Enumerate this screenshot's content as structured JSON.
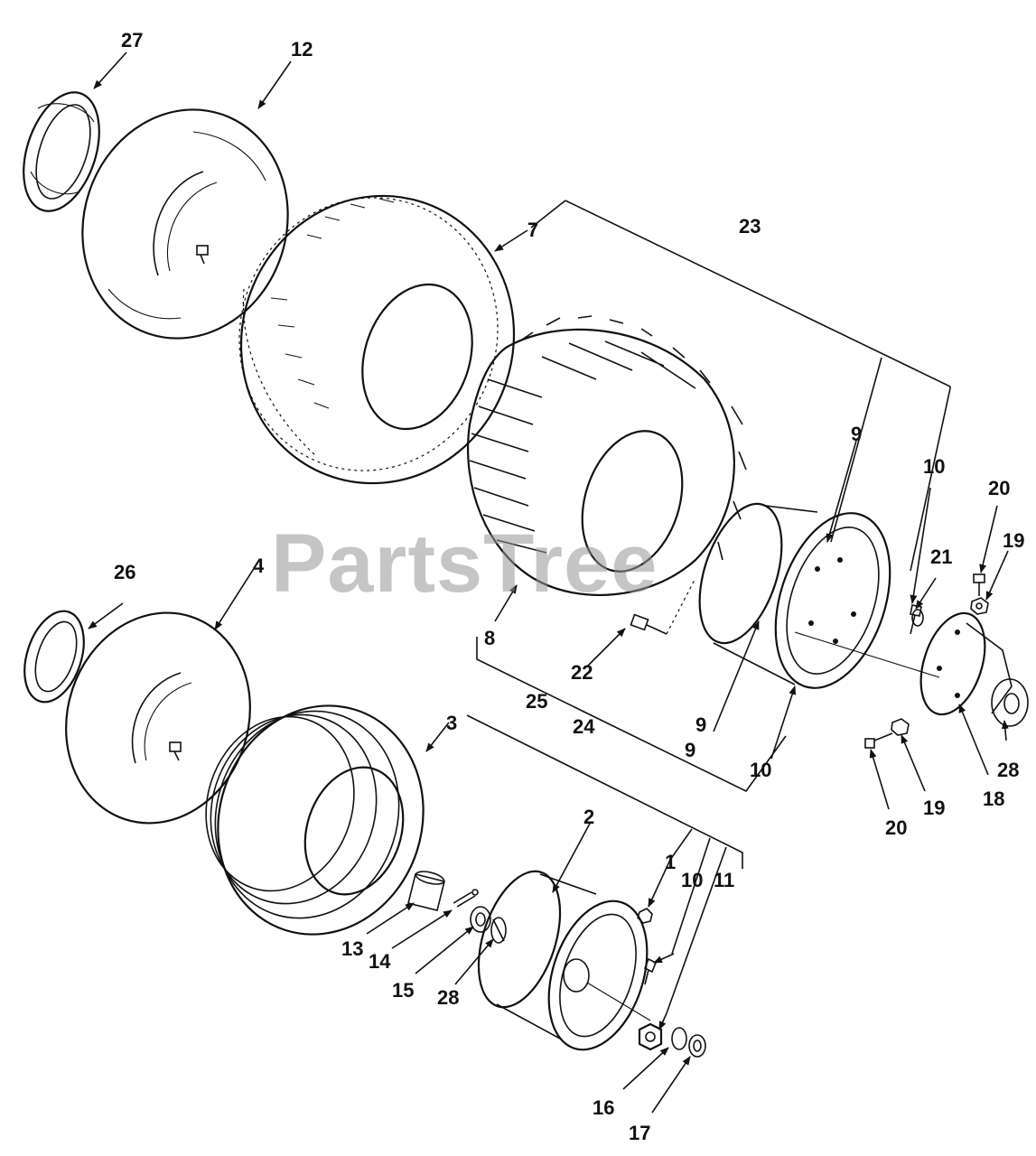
{
  "watermark": {
    "text": "PartsTree"
  },
  "callouts": {
    "c1": "1",
    "c2": "2",
    "c3": "3",
    "c4": "4",
    "c7": "7",
    "c8": "8",
    "c9a": "9",
    "c9b": "9",
    "c10a": "10",
    "c10b": "10",
    "c10c": "10",
    "c11": "11",
    "c12": "12",
    "c13": "13",
    "c14": "14",
    "c15": "15",
    "c16": "16",
    "c17": "17",
    "c18": "18",
    "c19a": "19",
    "c19b": "19",
    "c20a": "20",
    "c20b": "20",
    "c21": "21",
    "c22": "22",
    "c23": "23",
    "c24": "24",
    "c25": "25",
    "c26": "26",
    "c27": "27",
    "c28a": "28",
    "c28b": "28"
  }
}
